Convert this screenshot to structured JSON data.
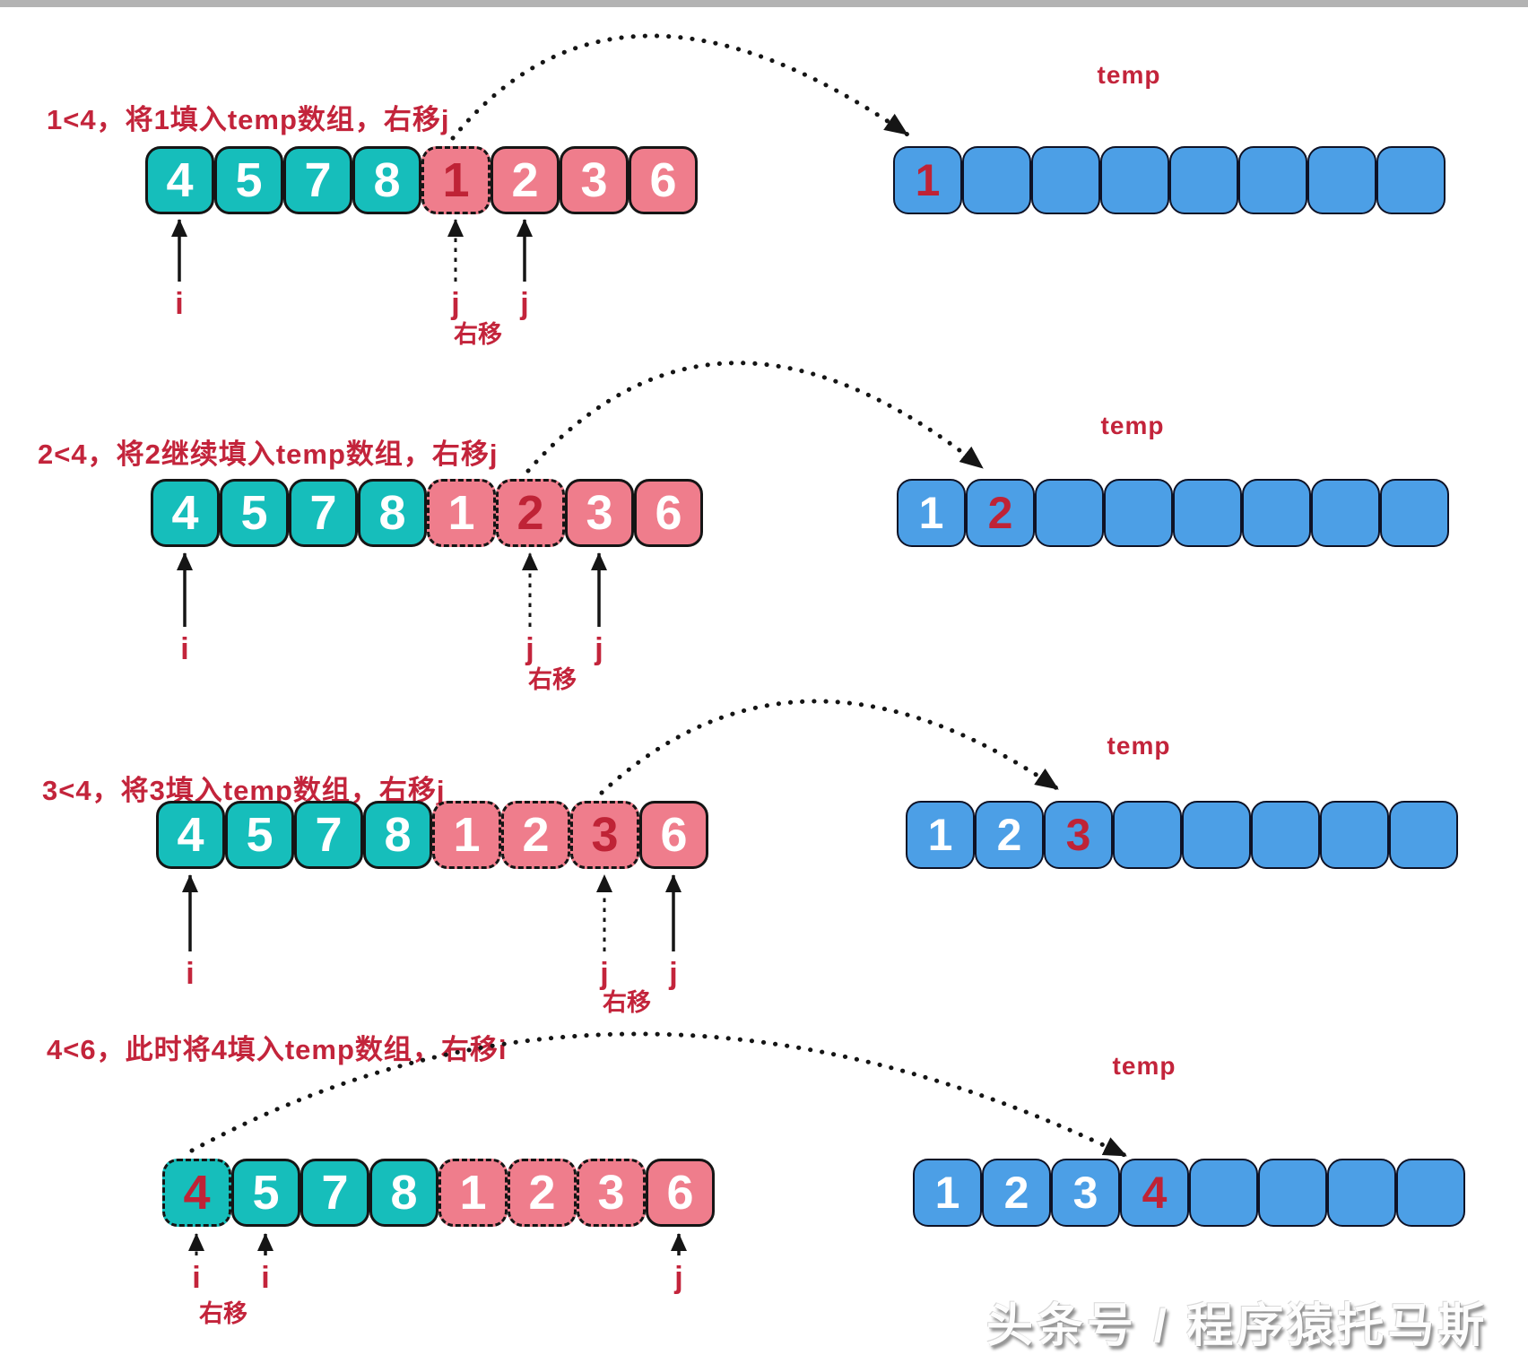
{
  "palette": {
    "teal": "#16bebb",
    "pink": "#ef7d8c",
    "temp_blue": "#4c9fe6",
    "accent_red": "#c3243b",
    "highlight_digit_red": "#bf2336",
    "arrow_black": "#151515"
  },
  "watermark": "头条号 / 程序猿托马斯",
  "steps": [
    {
      "title": "1<4，将1填入temp数组，右移j",
      "main_array": [
        {
          "value": "4",
          "color": "teal",
          "dashed": false,
          "highlight": false
        },
        {
          "value": "5",
          "color": "teal",
          "dashed": false,
          "highlight": false
        },
        {
          "value": "7",
          "color": "teal",
          "dashed": false,
          "highlight": false
        },
        {
          "value": "8",
          "color": "teal",
          "dashed": false,
          "highlight": false
        },
        {
          "value": "1",
          "color": "pink",
          "dashed": true,
          "highlight": true
        },
        {
          "value": "2",
          "color": "pink",
          "dashed": false,
          "highlight": false
        },
        {
          "value": "3",
          "color": "pink",
          "dashed": false,
          "highlight": false
        },
        {
          "value": "6",
          "color": "pink",
          "dashed": false,
          "highlight": false
        }
      ],
      "pointers": [
        {
          "label": "i",
          "cell": 0,
          "style": "solid"
        },
        {
          "label": "j",
          "cell": 4,
          "style": "dashed",
          "note": "右移"
        },
        {
          "label": "j",
          "cell": 5,
          "style": "solid"
        }
      ],
      "temp_label": "temp",
      "temp_array": [
        {
          "value": "1",
          "highlight": true
        },
        {
          "value": "",
          "highlight": false
        },
        {
          "value": "",
          "highlight": false
        },
        {
          "value": "",
          "highlight": false
        },
        {
          "value": "",
          "highlight": false
        },
        {
          "value": "",
          "highlight": false
        },
        {
          "value": "",
          "highlight": false
        },
        {
          "value": "",
          "highlight": false
        }
      ],
      "move": {
        "from_cell": 4,
        "to_temp": 0
      }
    },
    {
      "title": "2<4，将2继续填入temp数组，右移j",
      "main_array": [
        {
          "value": "4",
          "color": "teal",
          "dashed": false,
          "highlight": false
        },
        {
          "value": "5",
          "color": "teal",
          "dashed": false,
          "highlight": false
        },
        {
          "value": "7",
          "color": "teal",
          "dashed": false,
          "highlight": false
        },
        {
          "value": "8",
          "color": "teal",
          "dashed": false,
          "highlight": false
        },
        {
          "value": "1",
          "color": "pink",
          "dashed": true,
          "highlight": false
        },
        {
          "value": "2",
          "color": "pink",
          "dashed": true,
          "highlight": true
        },
        {
          "value": "3",
          "color": "pink",
          "dashed": false,
          "highlight": false
        },
        {
          "value": "6",
          "color": "pink",
          "dashed": false,
          "highlight": false
        }
      ],
      "pointers": [
        {
          "label": "i",
          "cell": 0,
          "style": "solid"
        },
        {
          "label": "j",
          "cell": 5,
          "style": "dashed",
          "note": "右移"
        },
        {
          "label": "j",
          "cell": 6,
          "style": "solid"
        }
      ],
      "temp_label": "temp",
      "temp_array": [
        {
          "value": "1",
          "highlight": false
        },
        {
          "value": "2",
          "highlight": true
        },
        {
          "value": "",
          "highlight": false
        },
        {
          "value": "",
          "highlight": false
        },
        {
          "value": "",
          "highlight": false
        },
        {
          "value": "",
          "highlight": false
        },
        {
          "value": "",
          "highlight": false
        },
        {
          "value": "",
          "highlight": false
        }
      ],
      "move": {
        "from_cell": 5,
        "to_temp": 1
      }
    },
    {
      "title": "3<4，将3填入temp数组，右移j",
      "main_array": [
        {
          "value": "4",
          "color": "teal",
          "dashed": false,
          "highlight": false
        },
        {
          "value": "5",
          "color": "teal",
          "dashed": false,
          "highlight": false
        },
        {
          "value": "7",
          "color": "teal",
          "dashed": false,
          "highlight": false
        },
        {
          "value": "8",
          "color": "teal",
          "dashed": false,
          "highlight": false
        },
        {
          "value": "1",
          "color": "pink",
          "dashed": true,
          "highlight": false
        },
        {
          "value": "2",
          "color": "pink",
          "dashed": true,
          "highlight": false
        },
        {
          "value": "3",
          "color": "pink",
          "dashed": true,
          "highlight": true
        },
        {
          "value": "6",
          "color": "pink",
          "dashed": false,
          "highlight": false
        }
      ],
      "pointers": [
        {
          "label": "i",
          "cell": 0,
          "style": "solid"
        },
        {
          "label": "j",
          "cell": 6,
          "style": "dashed",
          "note": "右移"
        },
        {
          "label": "j",
          "cell": 7,
          "style": "solid"
        }
      ],
      "temp_label": "temp",
      "temp_array": [
        {
          "value": "1",
          "highlight": false
        },
        {
          "value": "2",
          "highlight": false
        },
        {
          "value": "3",
          "highlight": true
        },
        {
          "value": "",
          "highlight": false
        },
        {
          "value": "",
          "highlight": false
        },
        {
          "value": "",
          "highlight": false
        },
        {
          "value": "",
          "highlight": false
        },
        {
          "value": "",
          "highlight": false
        }
      ],
      "move": {
        "from_cell": 6,
        "to_temp": 2
      }
    },
    {
      "title": "4<6，此时将4填入temp数组，右移i",
      "main_array": [
        {
          "value": "4",
          "color": "teal",
          "dashed": true,
          "highlight": true
        },
        {
          "value": "5",
          "color": "teal",
          "dashed": false,
          "highlight": false
        },
        {
          "value": "7",
          "color": "teal",
          "dashed": false,
          "highlight": false
        },
        {
          "value": "8",
          "color": "teal",
          "dashed": false,
          "highlight": false
        },
        {
          "value": "1",
          "color": "pink",
          "dashed": true,
          "highlight": false
        },
        {
          "value": "2",
          "color": "pink",
          "dashed": true,
          "highlight": false
        },
        {
          "value": "3",
          "color": "pink",
          "dashed": true,
          "highlight": false
        },
        {
          "value": "6",
          "color": "pink",
          "dashed": false,
          "highlight": false
        }
      ],
      "pointers": [
        {
          "label": "i",
          "cell": 0,
          "style": "dashed",
          "note": "右移"
        },
        {
          "label": "i",
          "cell": 1,
          "style": "solid"
        },
        {
          "label": "j",
          "cell": 7,
          "style": "solid"
        }
      ],
      "temp_label": "temp",
      "temp_array": [
        {
          "value": "1",
          "highlight": false
        },
        {
          "value": "2",
          "highlight": false
        },
        {
          "value": "3",
          "highlight": false
        },
        {
          "value": "4",
          "highlight": true
        },
        {
          "value": "",
          "highlight": false
        },
        {
          "value": "",
          "highlight": false
        },
        {
          "value": "",
          "highlight": false
        },
        {
          "value": "",
          "highlight": false
        }
      ],
      "move": {
        "from_cell": 0,
        "to_temp": 3
      }
    }
  ]
}
